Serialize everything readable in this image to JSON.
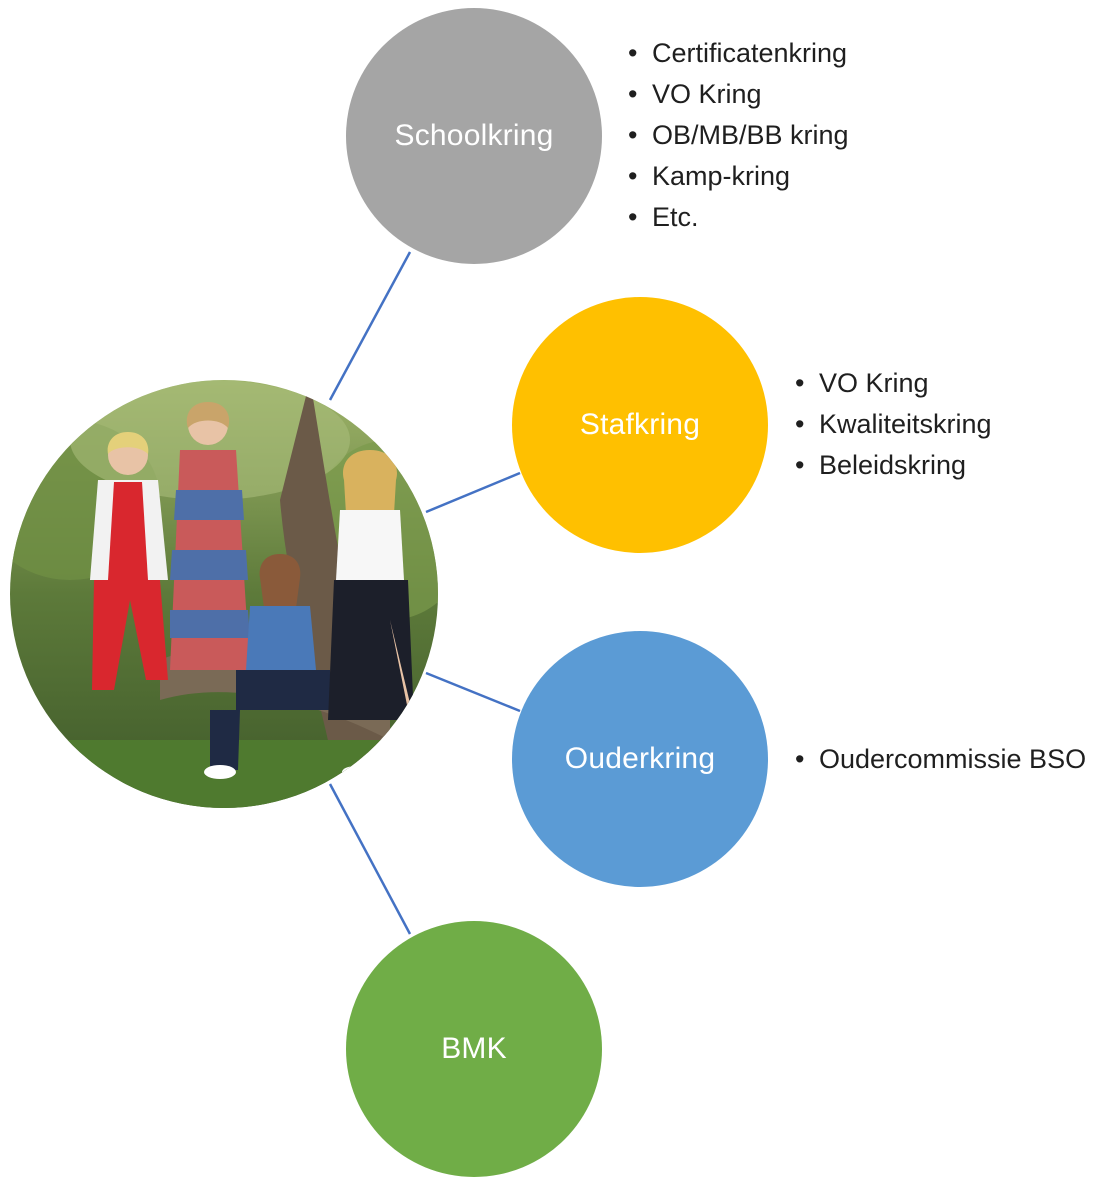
{
  "diagram": {
    "center": {
      "image_alt": "Groepsfoto van vier vrouwen bij een boom"
    },
    "nodes": [
      {
        "id": "school",
        "label": "Schoolkring",
        "color": "#a5a5a5",
        "items": [
          "Certificatenkring",
          "VO Kring",
          "OB/MB/BB kring",
          "Kamp-kring",
          "Etc."
        ]
      },
      {
        "id": "staf",
        "label": "Stafkring",
        "color": "#ffc000",
        "items": [
          "VO Kring",
          "Kwaliteitskring",
          "Beleidskring"
        ]
      },
      {
        "id": "ouder",
        "label": "Ouderkring",
        "color": "#5b9bd5",
        "items": [
          "Oudercommissie BSO"
        ]
      },
      {
        "id": "bmk",
        "label": "BMK",
        "color": "#70ad47",
        "items": []
      }
    ],
    "connector_color": "#4472c4"
  }
}
